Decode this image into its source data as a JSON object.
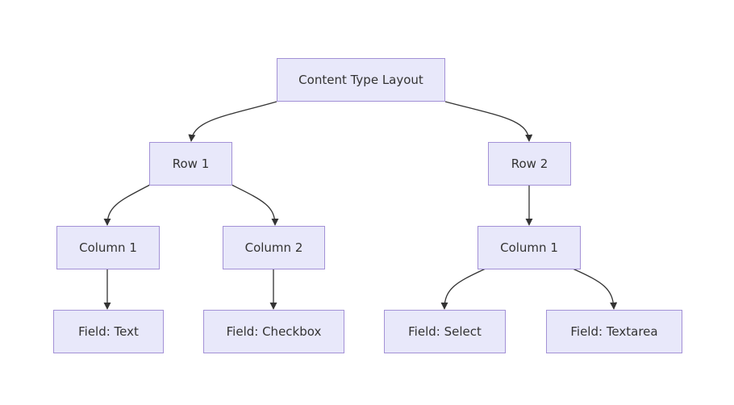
{
  "diagram": {
    "root": "Content Type Layout",
    "row1": {
      "label": "Row 1",
      "col1": {
        "label": "Column 1",
        "field": "Field: Text"
      },
      "col2": {
        "label": "Column 2",
        "field": "Field: Checkbox"
      }
    },
    "row2": {
      "label": "Row 2",
      "col1": {
        "label": "Column 1",
        "field_a": "Field: Select",
        "field_b": "Field: Textarea"
      }
    }
  },
  "colors": {
    "node_fill": "#e8e8fa",
    "node_border": "#a391d6",
    "edge": "#333333",
    "text": "#333333"
  }
}
